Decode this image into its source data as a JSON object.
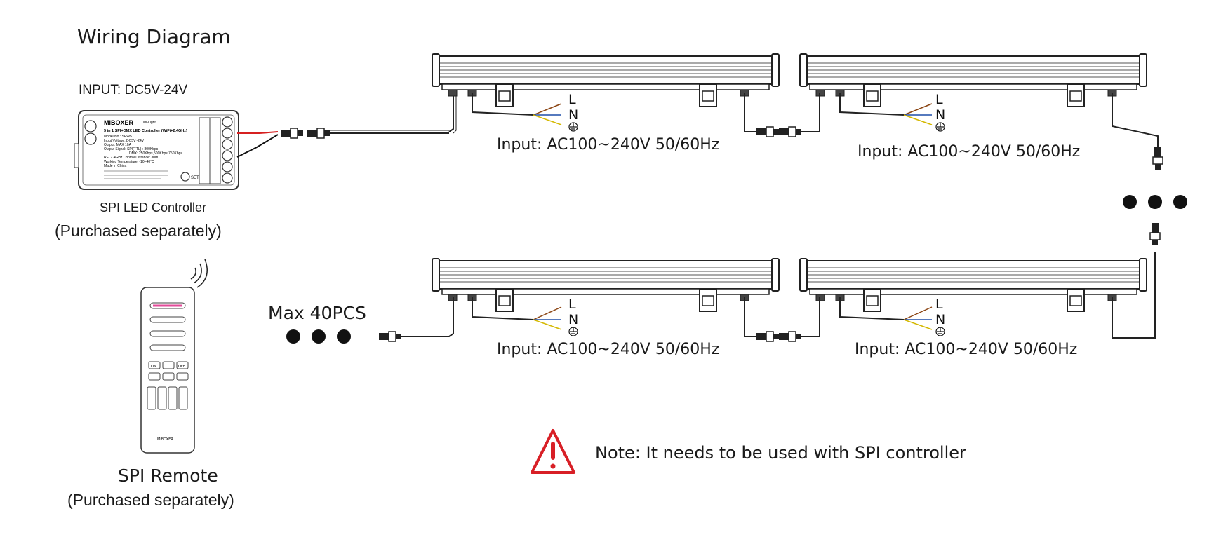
{
  "title": "Wiring Diagram",
  "input_dc": "INPUT: DC5V-24V",
  "controller": {
    "label": "SPI LED Controller",
    "purchase_note": "(Purchased separately)",
    "brand": "MiBOXER",
    "sub_brand": "Mi-Light",
    "product_line": "5 in 1 SPI+DMX LED Controller (WiFi+2.4GHz)",
    "specs": [
      "Model No.: SPW5",
      "Input Voltage: DC5V~24V",
      "Output: MAX 10A",
      "Output Signal: SPI(TTL) : 800Kbps",
      "DMX: 250Kbps,500Kbps,750Kbps",
      "RF: 2.4GHz  Control Distance: 30m",
      "Working Temperature: -10~40°C",
      "Made in China"
    ],
    "set_label": "SET"
  },
  "remote": {
    "label": "SPI Remote",
    "purchase_note": "(Purchased separately)",
    "brand": "MiBOXER",
    "buttons": [
      "ON",
      "OFF"
    ]
  },
  "max_pcs": "Max 40PCS",
  "ac_inputs": [
    "Input: AC100~240V  50/60Hz",
    "Input: AC100~240V  50/60Hz",
    "Input: AC100~240V  50/60Hz",
    "Input: AC100~240V  50/60Hz"
  ],
  "wire_labels": {
    "live": "L",
    "neutral": "N"
  },
  "wire_colors": {
    "live": "#8b4513",
    "neutral": "#1f4fa8",
    "earth": "#d4b800",
    "positive": "#d62020",
    "negative": "#111111"
  },
  "note": "Note: It needs to be used with SPI controller",
  "warning_color": "#d81f26",
  "icons": [
    "warning-icon",
    "signal-waves-icon",
    "ground-icon",
    "ellipsis-dots-icon"
  ]
}
